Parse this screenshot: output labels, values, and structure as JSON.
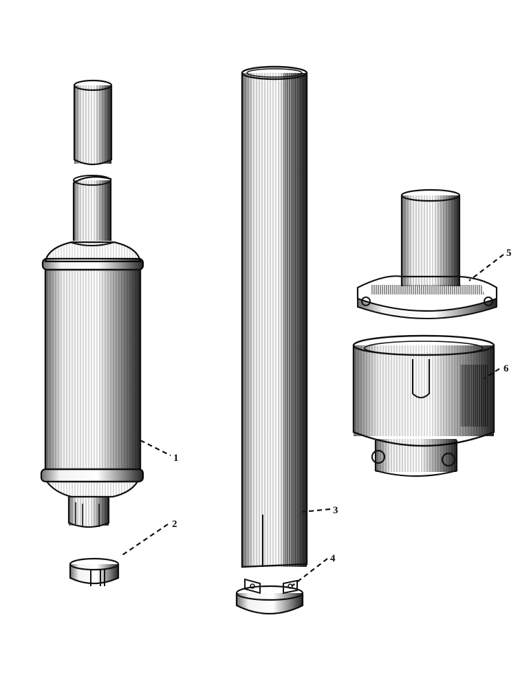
{
  "callouts": [
    {
      "id": "muffler",
      "label": "1"
    },
    {
      "id": "clamp-small",
      "label": "2"
    },
    {
      "id": "exhaust-pipe",
      "label": "3"
    },
    {
      "id": "clamp-large",
      "label": "4"
    },
    {
      "id": "cap",
      "label": "5"
    },
    {
      "id": "filter-body",
      "label": "6"
    }
  ],
  "colors": {
    "ink": "#111111",
    "paper": "#ffffff"
  }
}
